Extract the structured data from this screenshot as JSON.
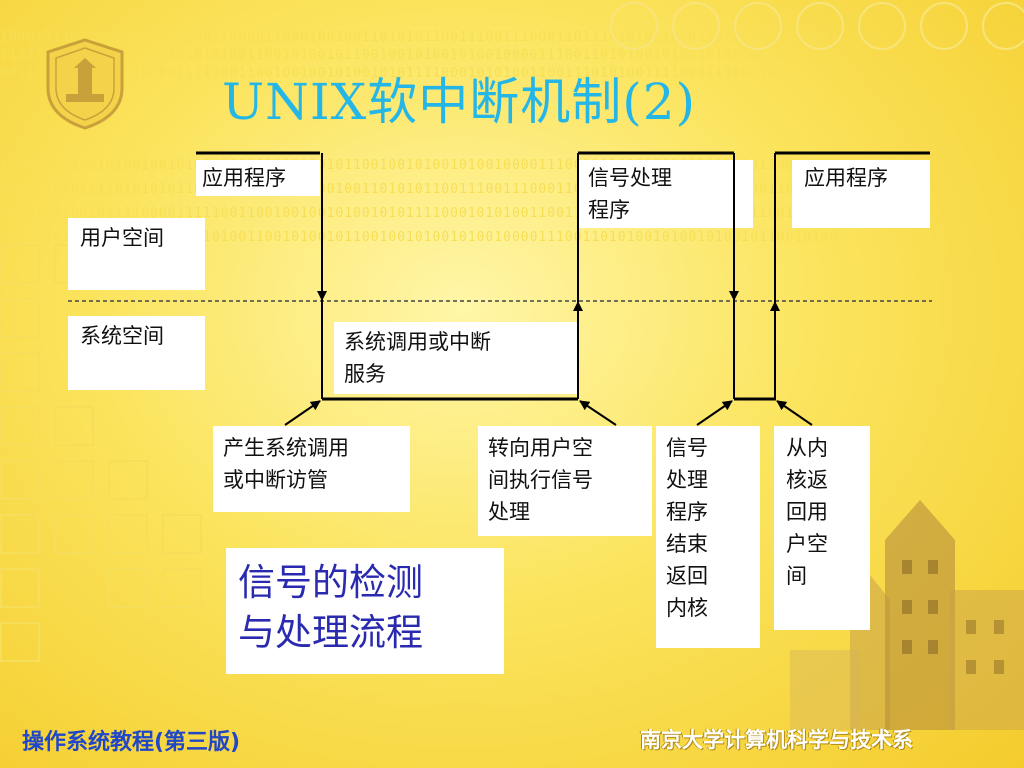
{
  "slide": {
    "title": "UNIX软中断机制(2)",
    "background_binary": [
      "10001111011110101010110011000011000100100110101011001110011100011011101010110001101000011010001",
      "11011001100101001001010101001100101001011001001010010100100001110011010100101001010010110010100",
      "00111001001011110000111110011001001001010010101111000101010011001110101001111000111001100110111"
    ],
    "colors": {
      "title": "#25b6e8",
      "footer_left": "#1f47c8",
      "footer_right": "#ffffff"
    }
  },
  "labels": {
    "app_1": "应用程序",
    "signal_handler": "信号处理\n程序",
    "app_2": "应用程序",
    "user_space": "用户空间",
    "system_space": "系统空间",
    "syscall_service": "系统调用或中断\n服务",
    "event_1": "产生系统调用\n或中断访管",
    "event_2": "转向用户空\n间执行信号\n处理",
    "event_3": "信号\n处理\n程序\n结束\n返回\n内核",
    "event_4": "从内\n核返\n回用\n户空\n间",
    "caption": "信号的检测\n与处理流程"
  },
  "footer": {
    "left": "操作系统教程(第三版)",
    "right": "南京大学计算机科学与技术系"
  }
}
